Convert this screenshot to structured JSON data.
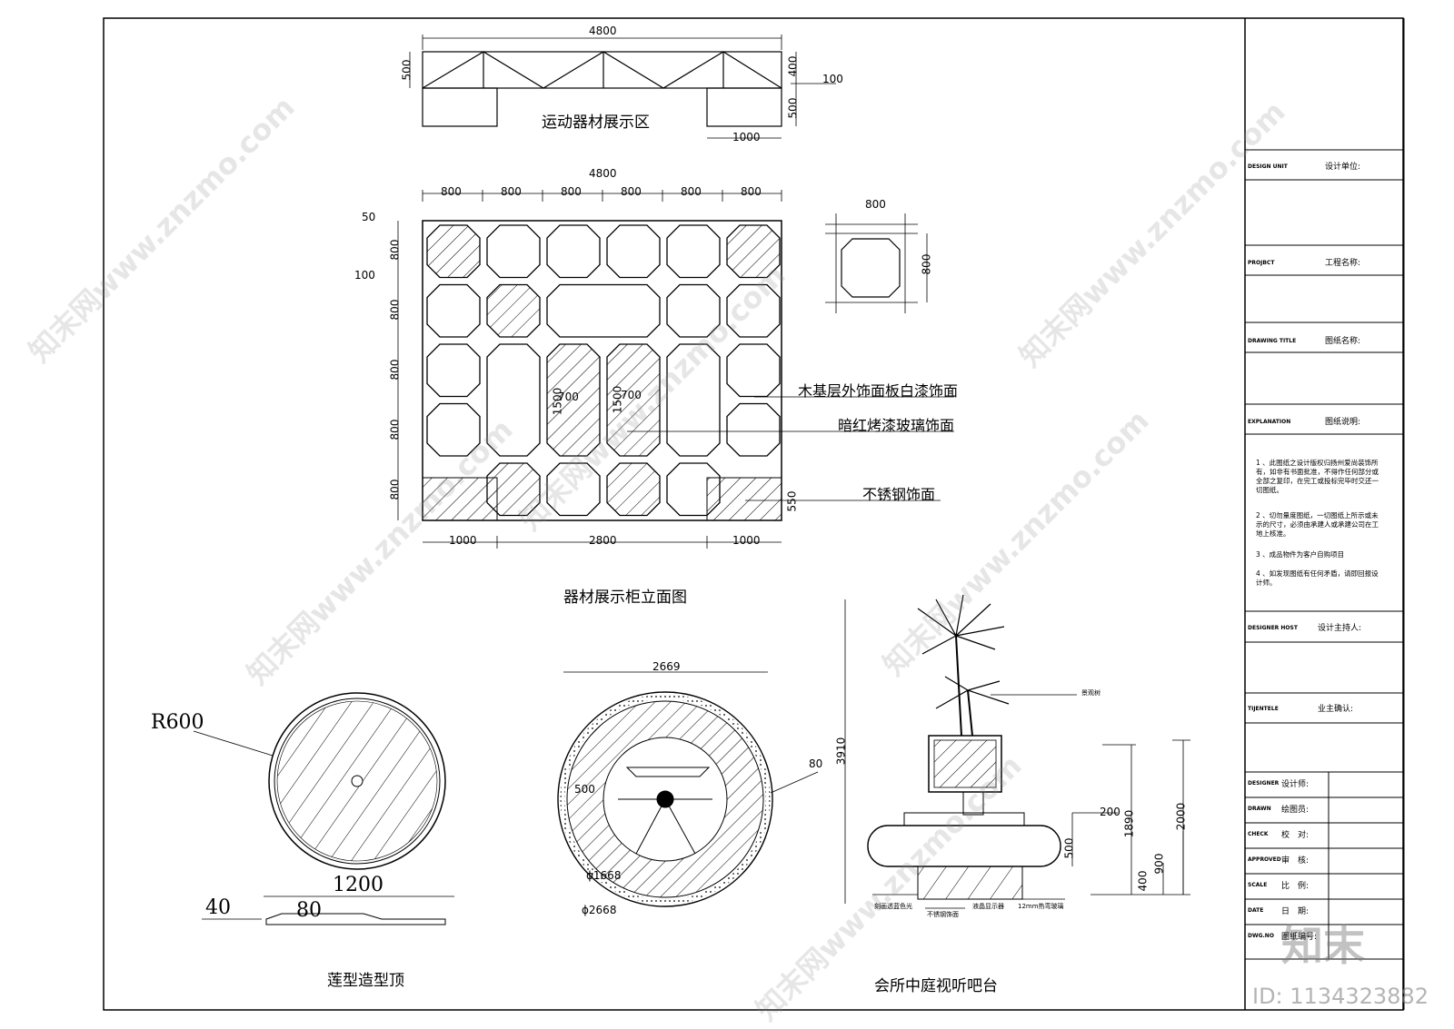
{
  "drawing": {
    "sports_area_title": "运动器材展示区",
    "cabinet_title": "器材展示柜立面图",
    "ceiling_title": "莲型造型顶",
    "bar_title": "会所中庭视听吧台"
  },
  "dims": {
    "top_total": "4800",
    "top_h1": "500",
    "top_h2": "400",
    "top_100": "100",
    "top_h3": "500",
    "top_1000": "1000",
    "cab_total": "4800",
    "cab_cols": [
      "800",
      "800",
      "800",
      "800",
      "800",
      "800"
    ],
    "cab_50": "50",
    "cab_100": "100",
    "cab_rows": [
      "800",
      "800",
      "800",
      "800",
      "800"
    ],
    "cab_700a": "700",
    "cab_700b": "700",
    "cab_1500a": "1500",
    "cab_1500b": "1500",
    "cab_550": "550",
    "cab_bottom": [
      "1000",
      "2800",
      "1000"
    ],
    "detail_w": "800",
    "detail_h": "800",
    "r600": "R600",
    "d1200": "1200",
    "d40": "40",
    "d80": "80",
    "d2669": "2669",
    "d80b": "80",
    "d500": "500",
    "phi1668": "ϕ1668",
    "phi2668": "ϕ2668",
    "d3910": "3910",
    "d200": "200",
    "d500b": "500",
    "d1890": "1890",
    "d2000": "2000",
    "d900": "900",
    "d400": "400"
  },
  "labels": {
    "wood_panel": "木基层外饰面板白漆饰面",
    "red_glass": "暗红烤漆玻璃饰面",
    "steel": "不锈钢饰面",
    "tree": "景观树",
    "blue_light": "刻画透蓝色光",
    "steel_small": "不锈钢饰面",
    "lcd": "液晶显示器",
    "glass12": "12mm热弯玻璃"
  },
  "title_block": {
    "rows": [
      {
        "en": "DESIGN UNIT",
        "cn": "设计单位:"
      },
      {
        "en": "PROJBCT",
        "cn": "工程名称:"
      },
      {
        "en": "DRAWING TITLE",
        "cn": "图纸名称:"
      },
      {
        "en": "EXPLANATION",
        "cn": "图纸说明:"
      }
    ],
    "notes": [
      "1 、此图纸之设计版权归扬州爱尚装饰所有，如非有书面批准，不得作任何部分或全部之复印，在完工或投标完毕时交还一切图纸。",
      "2 、切勿量度图纸，一切图纸上所示或未示的尺寸，必须由承建人或承建公司在工地上核准。",
      "3 、成品物件为客户自购项目",
      "4 、如发现图纸有任何矛盾，请即回报设计师。"
    ],
    "host": {
      "en": "DESIGNER HOST",
      "cn": "设计主持人:"
    },
    "client": {
      "en": "TIJENTELE",
      "cn": "业主确认:"
    },
    "small_rows": [
      {
        "en": "DESIGNER",
        "cn": "设计师:"
      },
      {
        "en": "DRAWN",
        "cn": "绘图员:"
      },
      {
        "en": "CHECK",
        "cn": "校　对:"
      },
      {
        "en": "APPROVED",
        "cn": "审　核:"
      },
      {
        "en": "SCALE",
        "cn": "比　例:"
      },
      {
        "en": "DATE",
        "cn": "日　期:"
      },
      {
        "en": "DWG.NO",
        "cn": "图纸编号:"
      }
    ]
  },
  "watermark": {
    "text": "知末网www.znzmo.com",
    "logo": "知末",
    "id": "ID: 1134323882"
  }
}
